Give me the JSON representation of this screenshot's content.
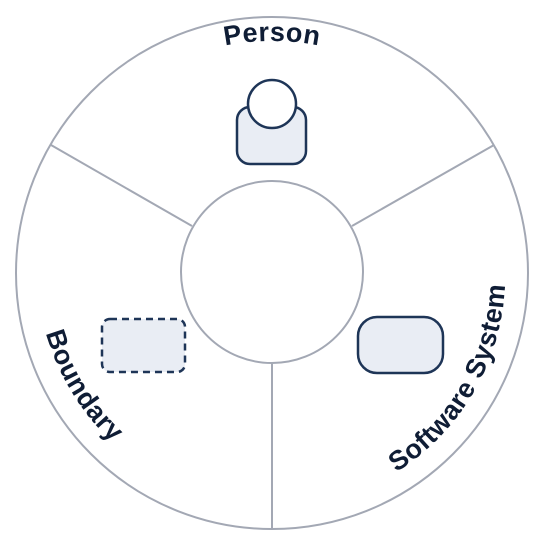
{
  "segments": {
    "person": {
      "label": "Person"
    },
    "boundary": {
      "label": "Boundary"
    },
    "software_system": {
      "label": "Software System"
    }
  },
  "colors": {
    "ring_stroke": "#a3a8b4",
    "icon_stroke": "#1e3557",
    "icon_fill": "#e9edf4",
    "text": "#0f1d35",
    "background": "#ffffff"
  },
  "icons": {
    "person": "person-icon",
    "boundary": "dashed-rectangle-icon",
    "software_system": "rounded-rectangle-icon"
  }
}
